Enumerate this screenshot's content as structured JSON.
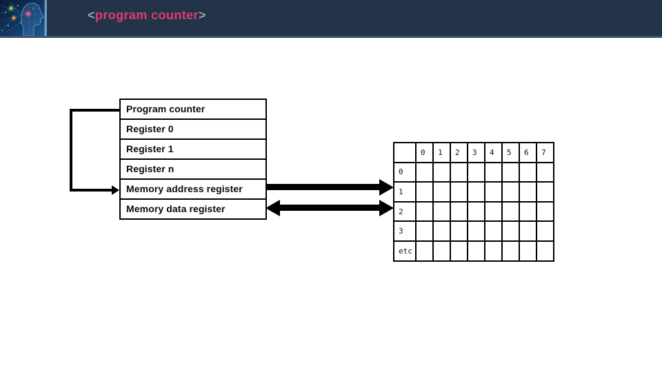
{
  "header": {
    "title": {
      "open": "<",
      "text": "program counter",
      "close": ">"
    },
    "colors": {
      "bar_bg": "#233349",
      "accent_line": "#3e4f6c",
      "title_pink": "#e23b72",
      "bracket_gray": "#9aa1aa"
    },
    "logo": "ai-head-logo"
  },
  "cpu": {
    "registers": [
      "Program counter",
      "Register 0",
      "Register 1",
      "Register n",
      "Memory address register",
      "Memory data register"
    ]
  },
  "memory": {
    "column_headers": [
      "0",
      "1",
      "2",
      "3",
      "4",
      "5",
      "6",
      "7"
    ],
    "row_labels": [
      "0",
      "1",
      "2",
      "3",
      "etc"
    ]
  },
  "connections": [
    {
      "name": "pc-to-mar-loop",
      "from": "Program counter",
      "to": "Memory address register",
      "style": "thin elbow line, arrowhead into MAR"
    },
    {
      "name": "mar-to-memory",
      "from": "Memory address register",
      "to": "memory row 1",
      "style": "thick arrow, single head right"
    },
    {
      "name": "mdr-memory",
      "from": "Memory data register",
      "to": "memory row 2",
      "style": "thick arrow, double headed"
    }
  ],
  "diagram_stroke_color": "#000000"
}
